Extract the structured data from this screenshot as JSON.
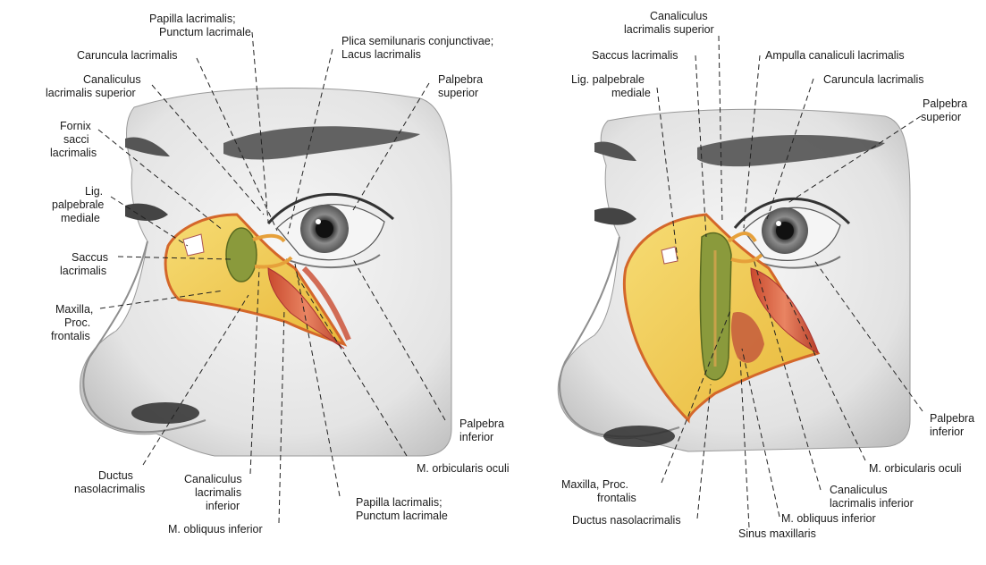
{
  "left_panel": {
    "labels": [
      {
        "key": "papilla_sup",
        "lines": [
          "Papilla lacrimalis;",
          "Punctum lacrimale"
        ]
      },
      {
        "key": "caruncula",
        "lines": [
          "Caruncula lacrimalis"
        ]
      },
      {
        "key": "plica",
        "lines": [
          "Plica semilunaris conjunctivae;",
          "Lacus lacrimalis"
        ]
      },
      {
        "key": "canaliculus_sup",
        "lines": [
          "Canaliculus",
          "lacrimalis superior"
        ]
      },
      {
        "key": "palpebra_sup",
        "lines": [
          "Palpebra",
          "superior"
        ]
      },
      {
        "key": "fornix",
        "lines": [
          "Fornix",
          "sacci",
          "lacrimalis"
        ]
      },
      {
        "key": "lig",
        "lines": [
          "Lig.",
          "palpebrale",
          "mediale"
        ]
      },
      {
        "key": "saccus",
        "lines": [
          "Saccus",
          "lacrimalis"
        ]
      },
      {
        "key": "maxilla",
        "lines": [
          "Maxilla,",
          "Proc.",
          "frontalis"
        ]
      },
      {
        "key": "palpebra_inf",
        "lines": [
          "Palpebra",
          "inferior"
        ]
      },
      {
        "key": "m_orbicularis",
        "lines": [
          "M. orbicularis oculi"
        ]
      },
      {
        "key": "ductus",
        "lines": [
          "Ductus",
          "nasolacrimalis"
        ]
      },
      {
        "key": "canaliculus_inf",
        "lines": [
          "Canaliculus",
          "lacrimalis",
          "inferior"
        ]
      },
      {
        "key": "papilla_inf",
        "lines": [
          "Papilla lacrimalis;",
          "Punctum lacrimale"
        ]
      },
      {
        "key": "m_obliquus",
        "lines": [
          "M. obliquus inferior"
        ]
      }
    ]
  },
  "right_panel": {
    "labels": [
      {
        "key": "canaliculus_sup",
        "lines": [
          "Canaliculus",
          "lacrimalis superior"
        ]
      },
      {
        "key": "saccus",
        "lines": [
          "Saccus lacrimalis"
        ]
      },
      {
        "key": "ampulla",
        "lines": [
          "Ampulla canaliculi lacrimalis"
        ]
      },
      {
        "key": "lig",
        "lines": [
          "Lig. palpebrale",
          "mediale"
        ]
      },
      {
        "key": "caruncula",
        "lines": [
          "Caruncula lacrimalis"
        ]
      },
      {
        "key": "palpebra_sup",
        "lines": [
          "Palpebra",
          "superior"
        ]
      },
      {
        "key": "palpebra_inf",
        "lines": [
          "Palpebra",
          "inferior"
        ]
      },
      {
        "key": "m_orbicularis",
        "lines": [
          "M. orbicularis oculi"
        ]
      },
      {
        "key": "maxilla",
        "lines": [
          "Maxilla, Proc.",
          "frontalis"
        ]
      },
      {
        "key": "canaliculus_inf",
        "lines": [
          "Canaliculus",
          "lacrimalis inferior"
        ]
      },
      {
        "key": "ductus",
        "lines": [
          "Ductus nasolacrimalis"
        ]
      },
      {
        "key": "m_obliquus",
        "lines": [
          "M. obliquus inferior"
        ]
      },
      {
        "key": "sinus",
        "lines": [
          "Sinus maxillaris"
        ]
      }
    ]
  },
  "colors": {
    "skin": "#f4f4f4",
    "skin_shadow": "#c9c9c9",
    "bone": "#f0c84a",
    "bone_edge": "#d4672a",
    "sac": "#8a9a3c",
    "muscle": "#d9573a",
    "brow": "#3a3a3a"
  }
}
